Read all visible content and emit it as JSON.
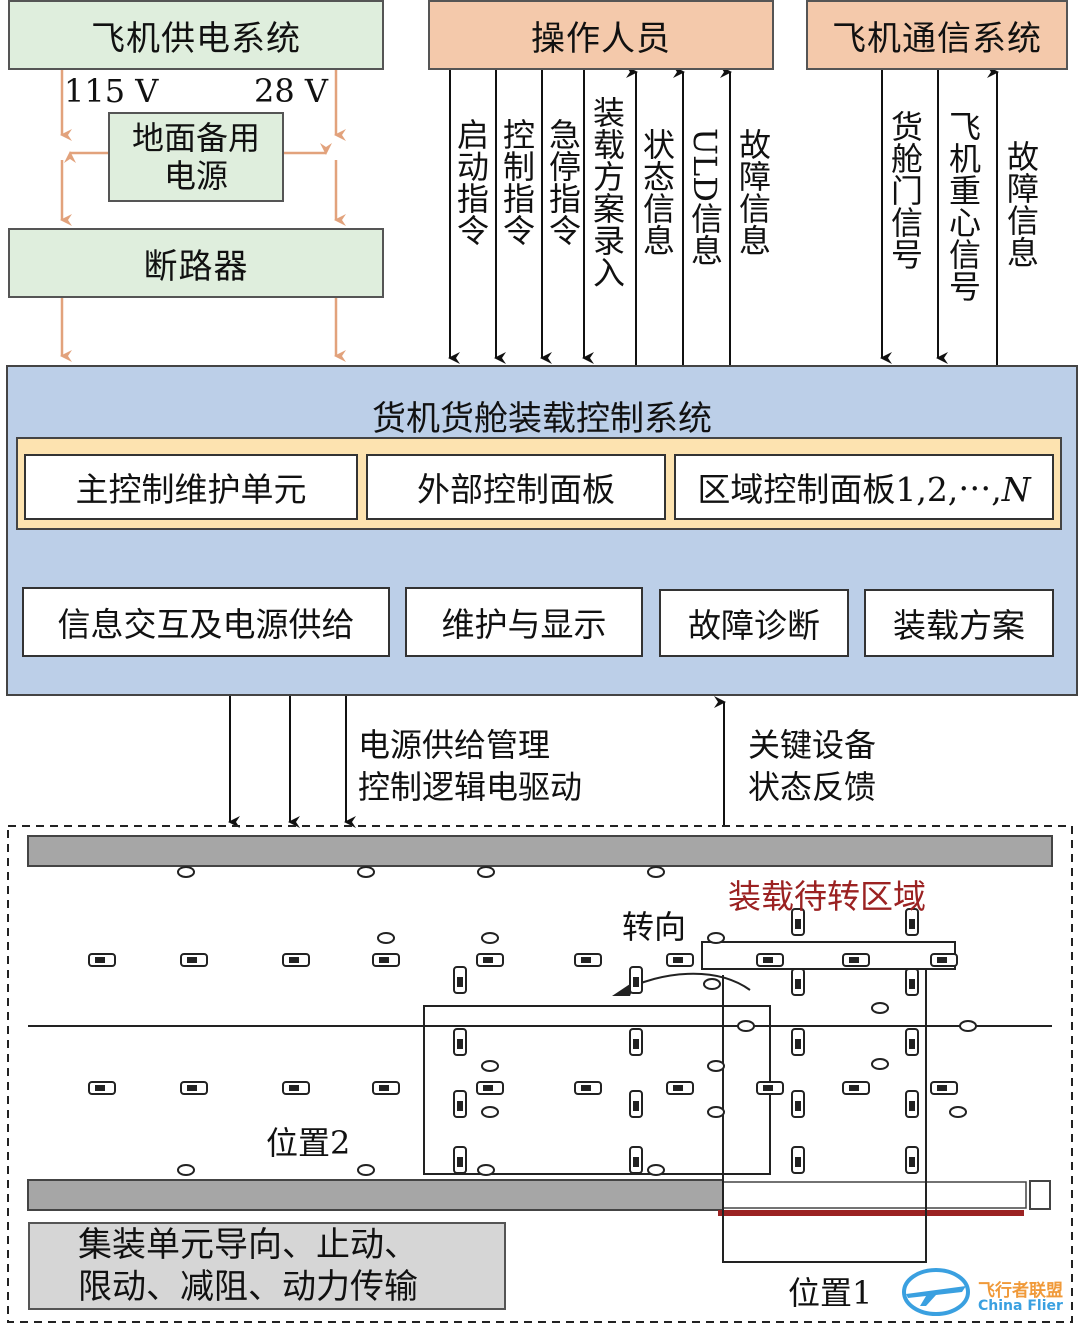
{
  "power_system": {
    "title": "飞机供电系统",
    "v115": "115 V",
    "v28": "28 V"
  },
  "ground_power": {
    "line1": "地面备用",
    "line2": "电源"
  },
  "breaker": {
    "label": "断路器"
  },
  "operator": {
    "title": "操作人员"
  },
  "comm_system": {
    "title": "飞机通信系统"
  },
  "operator_signals": [
    "启动指令",
    "控制指令",
    "急停指令",
    "装载方案录入",
    "状态信息",
    "ULD信息",
    "故障信息"
  ],
  "comm_signals": [
    "货舱门信号",
    "飞机重心信号",
    "故障信息"
  ],
  "control_system": {
    "title": "货机货舱装载控制系统",
    "panels": [
      "主控制维护单元",
      "外部控制面板",
      "区域控制面板1,2,⋯,"
    ],
    "panel_n": "N",
    "functions": [
      "信息交互及电源供给",
      "维护与显示",
      "故障诊断",
      "装载方案"
    ]
  },
  "down_labels": {
    "line1": "电源供给管理",
    "line2": "控制逻辑电驱动"
  },
  "up_labels": {
    "line1": "关键设备",
    "line2": "状态反馈"
  },
  "cargo_area": {
    "transfer_zone": "装载待转区域",
    "turn": "转向",
    "position2": "位置2",
    "position1": "位置1",
    "uld_line1": "集装单元导向、止动、",
    "uld_line2": "限动、减阻、动力传输"
  },
  "colors": {
    "green_box": "#dfeedd",
    "salmon_box": "#f4c9ab",
    "main_box": "#bccfe8",
    "panel_band": "#fde3b0",
    "power_arrow": "#e2a27c",
    "zone_red": "#9b2222"
  },
  "watermark": {
    "cn": "飞行者联盟",
    "en": "China Flier"
  }
}
